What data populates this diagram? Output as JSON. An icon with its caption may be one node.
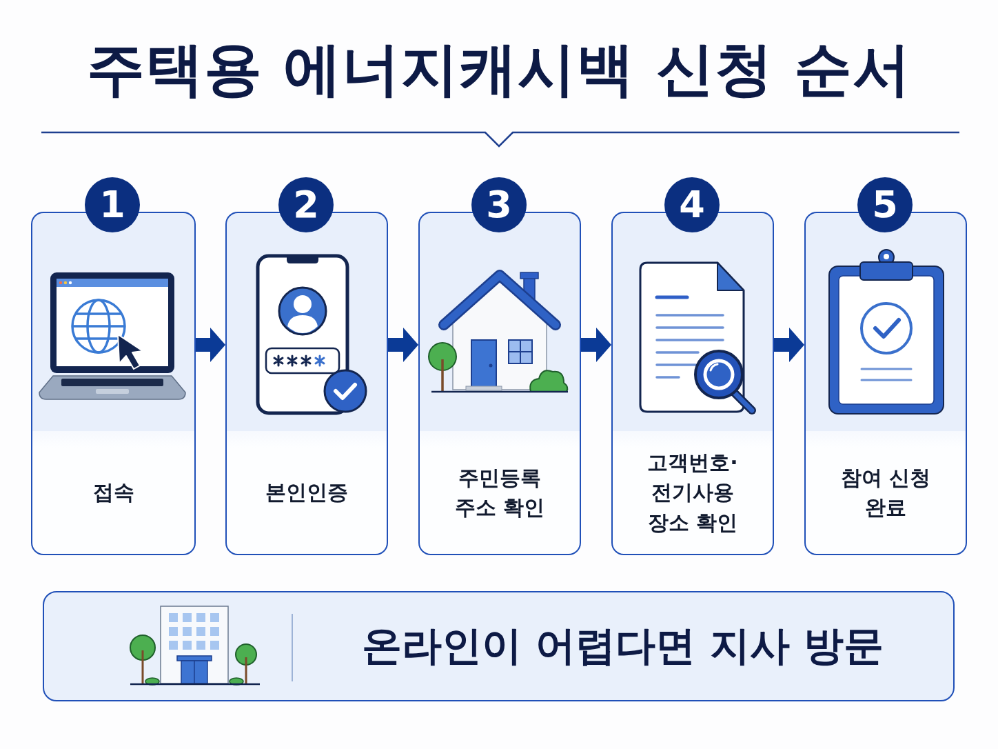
{
  "diagram": {
    "title": "주택용 에너지캐시백 신청 순서",
    "nodes": [
      {
        "text": [
          "1"
        ]
      },
      {
        "text": [
          "접속"
        ]
      },
      {
        "text": [
          "2"
        ]
      },
      {
        "text": [
          "본인인증"
        ]
      },
      {
        "text": [
          "3"
        ]
      },
      {
        "text": [
          "주민등록 주소 확인"
        ]
      },
      {
        "text": [
          "4"
        ]
      },
      {
        "text": [
          "고객번호· 전기사용 장소 확인"
        ]
      },
      {
        "text": [
          "5"
        ]
      },
      {
        "text": [
          "참여 신청 완료"
        ]
      },
      {
        "text": [
          "온라인이 어렵다면 지사 방문"
        ]
      }
    ],
    "edges": [
      {
        "from": 1,
        "to": 3,
        "arrow": "to"
      },
      {
        "from": 3,
        "to": 5,
        "arrow": "to"
      },
      {
        "from": 5,
        "to": 7,
        "arrow": "to"
      },
      {
        "from": 7,
        "to": 9,
        "arrow": "to"
      }
    ]
  }
}
